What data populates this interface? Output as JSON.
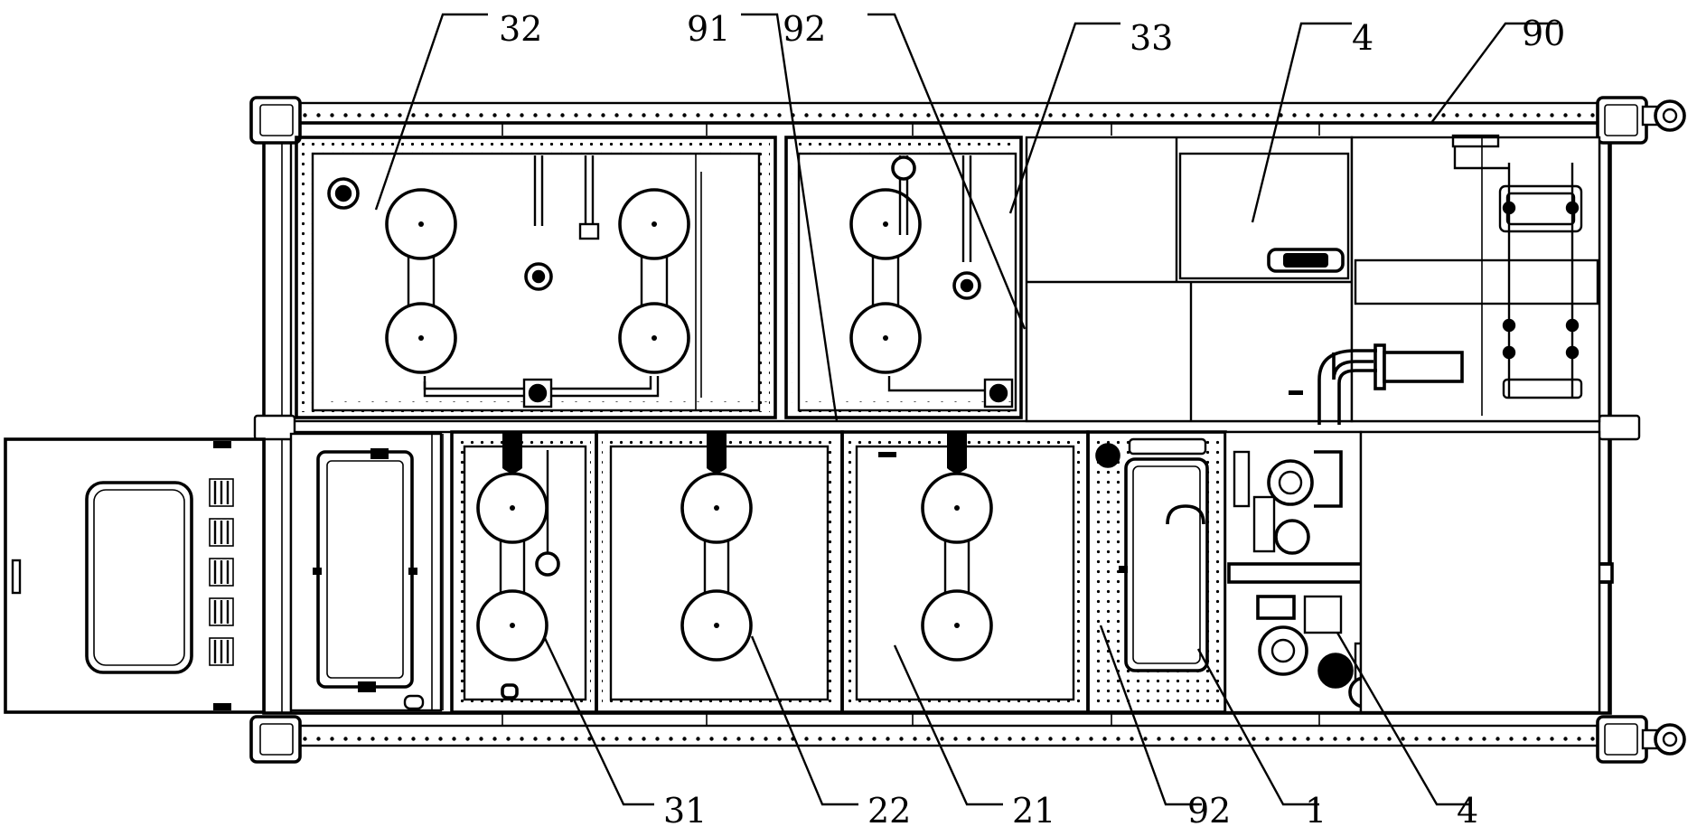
{
  "callouts": {
    "c32": "32",
    "c91": "91",
    "c92_top": "92",
    "c33": "33",
    "c4_top": "4",
    "c90": "90",
    "c31": "31",
    "c22": "22",
    "c21": "21",
    "c92_bottom": "92",
    "c1": "1",
    "c4_bottom": "4"
  }
}
